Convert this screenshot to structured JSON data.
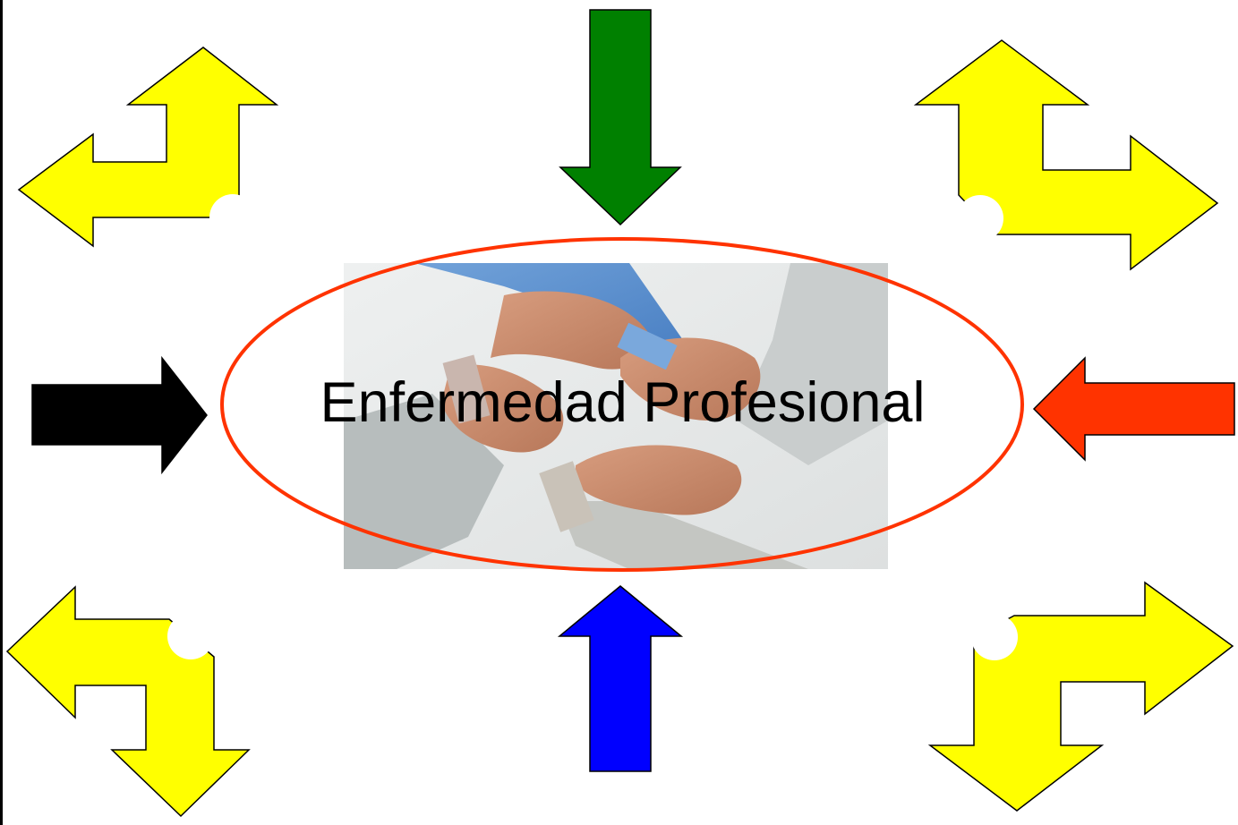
{
  "title": "Enfermedad Profesional",
  "colors": {
    "bent_arrows": "#ffff00",
    "top_arrow": "#008000",
    "bottom_arrow": "#0000ff",
    "left_arrow": "#000000",
    "right_arrow": "#ff3300",
    "ellipse_outline": "#ff3300",
    "photo_background": "#e6e8e8"
  },
  "arrows": [
    {
      "name": "top-arrow",
      "direction": "down",
      "color": "#008000"
    },
    {
      "name": "bottom-arrow",
      "direction": "up",
      "color": "#0000ff"
    },
    {
      "name": "left-arrow",
      "direction": "right",
      "color": "#000000"
    },
    {
      "name": "right-arrow",
      "direction": "left",
      "color": "#ff3300"
    },
    {
      "name": "bent-arrow-top-left",
      "directions": [
        "up",
        "left"
      ],
      "color": "#ffff00"
    },
    {
      "name": "bent-arrow-top-right",
      "directions": [
        "up",
        "right"
      ],
      "color": "#ffff00"
    },
    {
      "name": "bent-arrow-bottom-left",
      "directions": [
        "left",
        "down"
      ],
      "color": "#ffff00"
    },
    {
      "name": "bent-arrow-bottom-right",
      "directions": [
        "right",
        "down"
      ],
      "color": "#ffff00"
    }
  ],
  "image": {
    "depicts": "four-hands-gripping-wrists-photo"
  }
}
